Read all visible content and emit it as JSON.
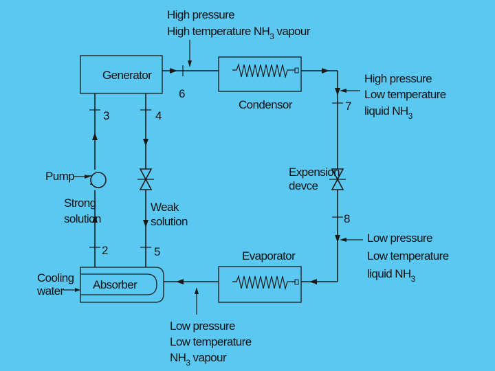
{
  "colors": {
    "background": "#5BC8F2",
    "ink": "#1a1a1a"
  },
  "components": {
    "generator": "Generator",
    "condensor": "Condensor",
    "evaporator": "Evaporator",
    "absorber": "Absorber",
    "pump": "Pump",
    "expansion_valve": [
      "Expension",
      "devce"
    ],
    "strong_solution": [
      "Strong",
      "solution"
    ],
    "weak_solution": [
      "Weak",
      "solution"
    ],
    "cooling_water": [
      "Cooling",
      "water"
    ]
  },
  "annotations": {
    "top": {
      "line1": "High pressure",
      "line2": "High temperature NH",
      "sub": "3",
      "tail": " vapour"
    },
    "right_top": {
      "line1": "High pressure",
      "line2": "Low temperature",
      "line3": "liquid NH",
      "sub": "3"
    },
    "right_bottom": {
      "line1": "Low pressure",
      "line2": "Low temperature",
      "line3": "liquid NH",
      "sub": "3"
    },
    "bottom": {
      "line1": "Low pressure",
      "line2": "Low temperature",
      "line3": "NH",
      "sub": "3",
      "tail": " vapour"
    }
  },
  "state_points": [
    "2",
    "3",
    "4",
    "5",
    "6",
    "7",
    "8"
  ]
}
